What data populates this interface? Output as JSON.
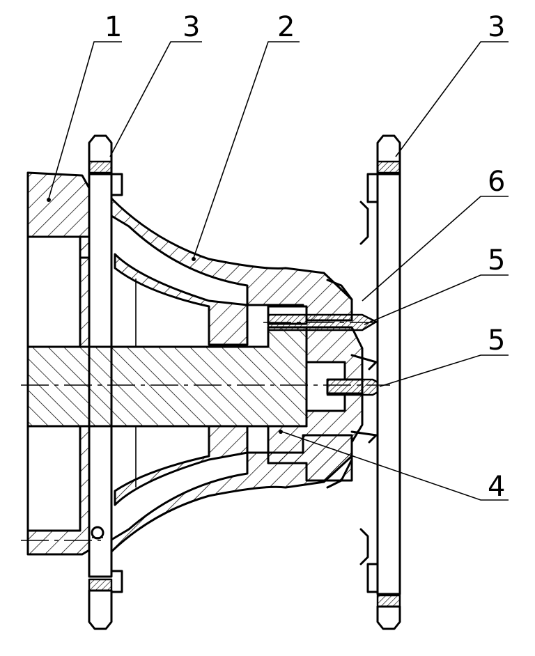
{
  "callouts": {
    "top": [
      "1",
      "3",
      "2",
      "3",
      "6",
      "5",
      "5"
    ],
    "bottom": [
      "4"
    ]
  }
}
